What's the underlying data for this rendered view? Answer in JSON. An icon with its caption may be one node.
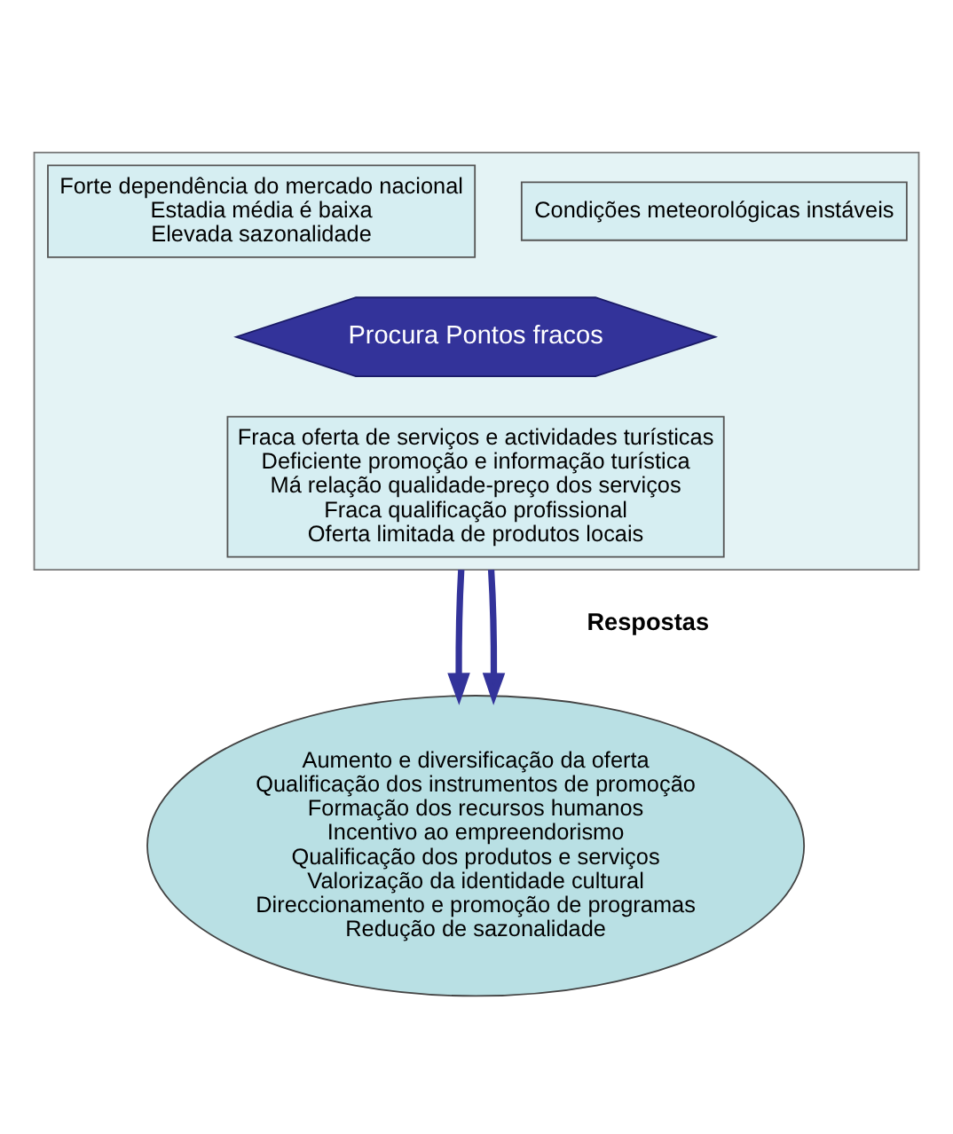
{
  "diagram": {
    "nodes": [
      {
        "text": [],
        "shape": "box"
      },
      {
        "text": [
          "Forte dependência do mercado nacional",
          "Estadia média é baixa",
          "Elevada sazonalidade"
        ],
        "in": 0
      },
      {
        "text": [
          "Condições meteorológicas instáveis"
        ],
        "in": 0
      },
      {
        "text": [
          "Procura Pontos fracos"
        ],
        "in": 0
      },
      {
        "text": [
          "Fraca oferta de serviços e actividades turísticas",
          "Deficiente promoção e informação turística",
          "Má relação qualidade-preço dos serviços",
          "Fraca qualificação profissional",
          "Oferta limitada de produtos locais"
        ],
        "in": 0
      },
      {
        "text": [
          "Aumento e diversificação da oferta",
          "Qualificação dos instrumentos de promoção",
          "Formação dos recursos humanos",
          "Incentivo ao empreendorismo",
          "Qualificação dos produtos e serviços",
          "Valorização da identidade cultural",
          "Direccionamento e promoção de programas",
          "Redução de sazonalidade"
        ]
      }
    ],
    "edges": [
      {
        "from": 0,
        "to": 5,
        "arrow": "to"
      },
      {
        "from": 0,
        "to": 5,
        "arrow": "to"
      }
    ],
    "labels": [
      "Respostas"
    ]
  }
}
